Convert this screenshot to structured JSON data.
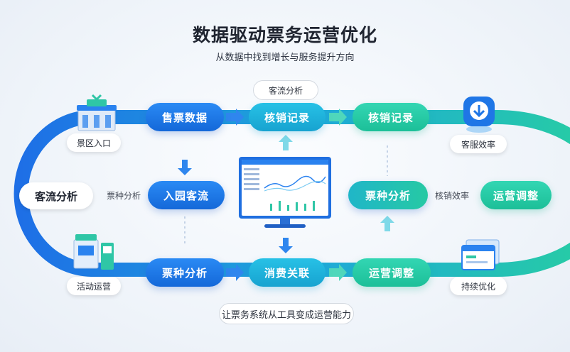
{
  "header": {
    "title": "数据驱动票务运营优化",
    "subtitle": "从数据中找到增长与服务提升方向"
  },
  "ring_nodes": {
    "entrance": "景区入口",
    "left_mid": "客流分析",
    "events": "活动运营",
    "service": "客服效率",
    "ops": "运营调整",
    "optimize": "持续优化"
  },
  "pills": {
    "sales": "售票数据",
    "verify1": "核销记录",
    "verify2": "核销记录",
    "inflow": "入园客流",
    "tickets_right": "票种分析",
    "tickets_bottom": "票种分析",
    "consume": "消费关联",
    "adjust": "运营调整"
  },
  "labels": {
    "top_tag": "客流分析",
    "left_side": "票种分析",
    "right_side": "核销效率",
    "footer": "让票务系统从工具变成运营能力"
  },
  "colors": {
    "blue": "#1f78e8",
    "cyan": "#1fb3dc",
    "green": "#26c9a4"
  }
}
